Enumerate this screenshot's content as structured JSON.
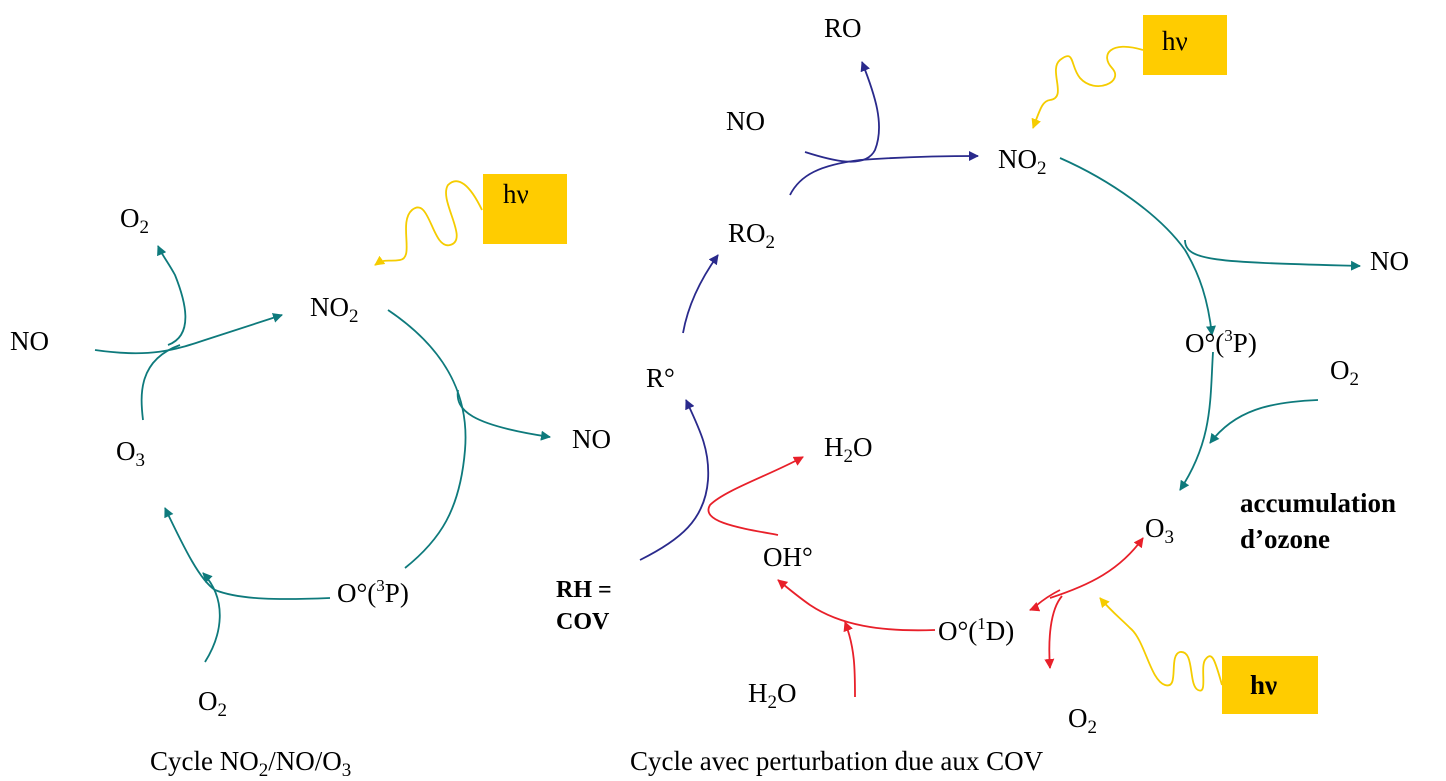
{
  "colors": {
    "teal": "#0e7a7c",
    "navy": "#2a2a8c",
    "red": "#e8202a",
    "yellow": "#f5cc00",
    "photon_box": "#ffcc00"
  },
  "left_cycle": {
    "caption_parts": [
      "Cycle NO",
      "2",
      "/NO/O",
      "3"
    ],
    "hv": "hν",
    "species": {
      "o2_top": {
        "main": "O",
        "sub": "2"
      },
      "no_in": {
        "main": "NO"
      },
      "no2": {
        "main": "NO",
        "sub": "2"
      },
      "no_out": {
        "main": "NO"
      },
      "o3": {
        "main": "O",
        "sub": "3"
      },
      "o3p": {
        "pre": "O°(",
        "sup": "3",
        "post": "P)"
      },
      "o2_bottom": {
        "main": "O",
        "sub": "2"
      }
    }
  },
  "right_cycle": {
    "caption": "Cycle avec perturbation due aux COV",
    "hv_top": "hν",
    "hv_bottom": "hν",
    "accumulation_line1": "accumulation",
    "accumulation_line2": "d’ozone",
    "rh_line1": "RH =",
    "rh_line2": "COV",
    "species": {
      "ro": {
        "main": "RO"
      },
      "no_in": {
        "main": "NO"
      },
      "no2": {
        "main": "NO",
        "sub": "2"
      },
      "ro2": {
        "main": "RO",
        "sub": "2"
      },
      "no_out": {
        "main": "NO"
      },
      "o3p": {
        "pre": "O°(",
        "sup": "3",
        "post": "P)"
      },
      "o2_right": {
        "main": "O",
        "sub": "2"
      },
      "r_radical": {
        "main": "R°"
      },
      "h2o_top": {
        "pre": "H",
        "sub": "2",
        "post": "O"
      },
      "o3": {
        "main": "O",
        "sub": "3"
      },
      "oh": {
        "main": "OH°"
      },
      "o1d": {
        "pre": "O°(",
        "sup": "1",
        "post": "D)"
      },
      "h2o_bottom": {
        "pre": "H",
        "sub": "2",
        "post": "O"
      },
      "o2_bottom": {
        "main": "O",
        "sub": "2"
      }
    }
  }
}
